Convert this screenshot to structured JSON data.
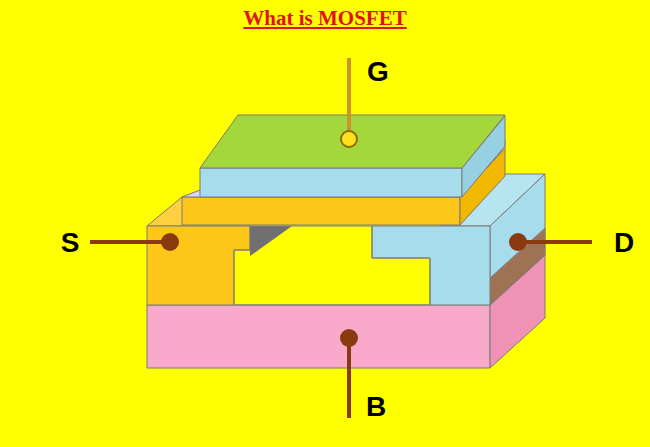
{
  "diagram": {
    "title": "What is MOSFET",
    "labels": [
      "G",
      "S",
      "D",
      "B"
    ]
  }
}
